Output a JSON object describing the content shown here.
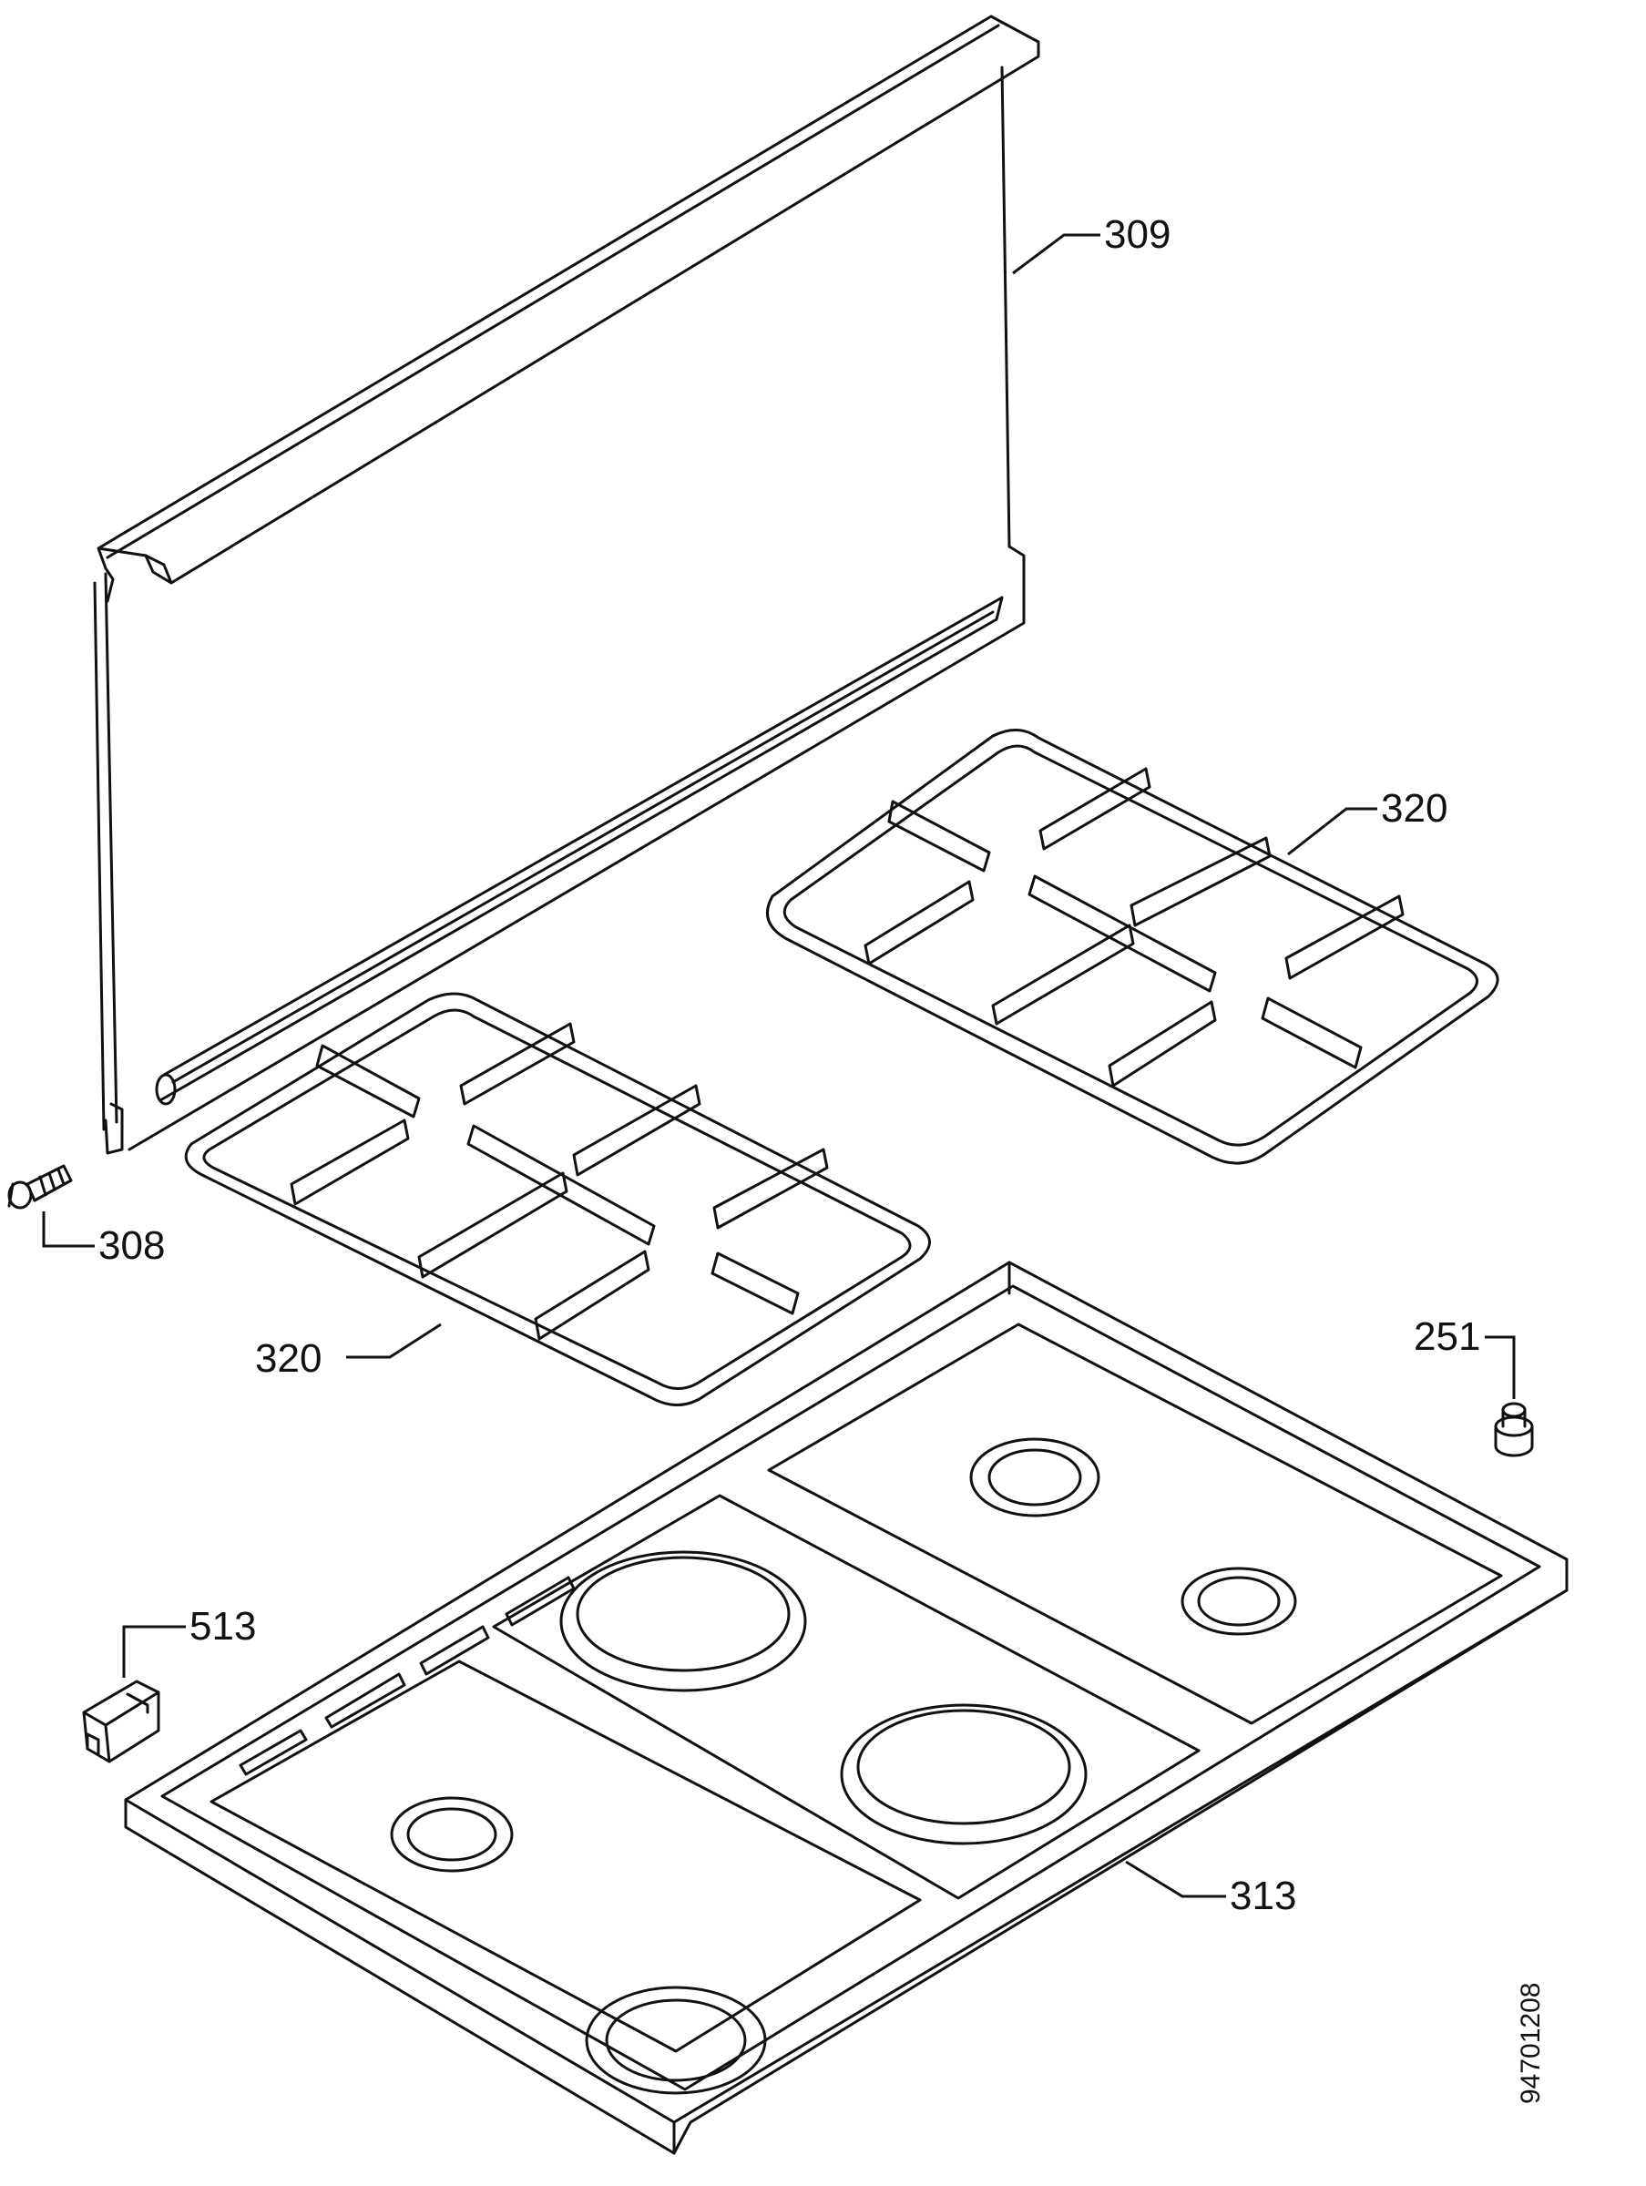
{
  "diagram": {
    "callouts": {
      "back_panel": "309",
      "pan_support_right": "320",
      "pan_support_left": "320",
      "screw": "308",
      "foot": "251",
      "hotplate_top": "313",
      "clip": "513"
    },
    "document_number": "94701208"
  },
  "colors": {
    "line": "#111111",
    "background": "#ffffff"
  }
}
